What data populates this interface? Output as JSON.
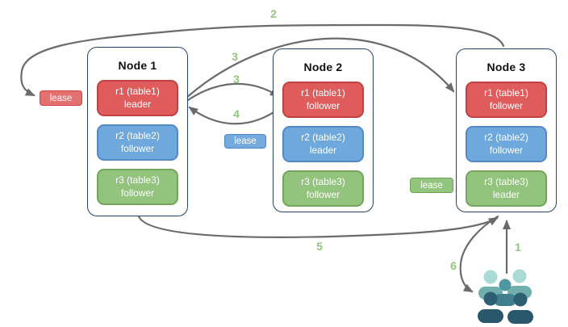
{
  "nodes": [
    {
      "title": "Node 1",
      "replicas": [
        {
          "label": "r1 (table1)",
          "role": "leader",
          "color": "red"
        },
        {
          "label": "r2 (table2)",
          "role": "follower",
          "color": "blue"
        },
        {
          "label": "r3 (table3)",
          "role": "follower",
          "color": "green"
        }
      ]
    },
    {
      "title": "Node 2",
      "replicas": [
        {
          "label": "r1 (table1)",
          "role": "follower",
          "color": "red"
        },
        {
          "label": "r2 (table2)",
          "role": "leader",
          "color": "blue"
        },
        {
          "label": "r3 (table3)",
          "role": "follower",
          "color": "green"
        }
      ]
    },
    {
      "title": "Node 3",
      "replicas": [
        {
          "label": "r1 (table1)",
          "role": "follower",
          "color": "red"
        },
        {
          "label": "r2 (table2)",
          "role": "follower",
          "color": "blue"
        },
        {
          "label": "r3 (table3)",
          "role": "leader",
          "color": "green"
        }
      ]
    }
  ],
  "leases": {
    "red": "lease",
    "blue": "lease",
    "green": "lease"
  },
  "steps": {
    "s1": "1",
    "s2": "2",
    "s3a": "3",
    "s3b": "3",
    "s4": "4",
    "s5": "5",
    "s6": "6"
  },
  "icons": {
    "users_group": "users-group-icon"
  },
  "colors": {
    "replica_red": "#e05c5c",
    "replica_red_border": "#c14040",
    "replica_blue": "#6fa8dc",
    "replica_blue_border": "#5589c4",
    "replica_green": "#93c47d",
    "replica_green_border": "#74a55a",
    "node_border": "#24456b",
    "arrow": "#6b6b6b",
    "step_label": "#93c47d",
    "users_light": "#a9dad5",
    "users_medium": "#4f98a2",
    "users_dark": "#2e5e71"
  }
}
